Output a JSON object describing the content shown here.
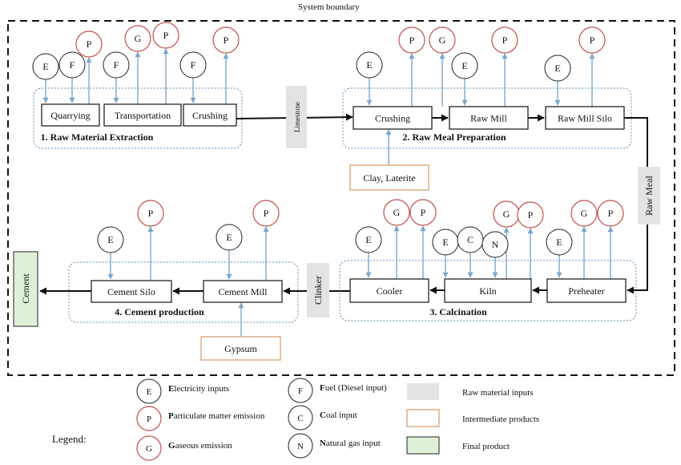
{
  "title": "System boundary",
  "stages": [
    {
      "id": "s1",
      "label": "1. Raw Material Extraction"
    },
    {
      "id": "s2",
      "label": "2. Raw Meal Preparation"
    },
    {
      "id": "s3",
      "label": "3. Calcination"
    },
    {
      "id": "s4",
      "label": "4. Cement production"
    }
  ],
  "processes": [
    {
      "id": "quarrying",
      "label": "Quarrying",
      "stage": "s1",
      "inputs": [
        "E",
        "F"
      ],
      "outputs": [
        "P"
      ]
    },
    {
      "id": "transportation",
      "label": "Transportation",
      "stage": "s1",
      "inputs": [
        "F"
      ],
      "outputs": [
        "G",
        "P"
      ]
    },
    {
      "id": "crushing1",
      "label": "Crushing",
      "stage": "s1",
      "inputs": [
        "F"
      ],
      "outputs": [
        "P"
      ]
    },
    {
      "id": "crushing2",
      "label": "Crushing",
      "stage": "s2",
      "inputs": [
        "E"
      ],
      "outputs": [
        "P",
        "G"
      ]
    },
    {
      "id": "rawmill",
      "label": "Raw Mill",
      "stage": "s2",
      "inputs": [
        "E"
      ],
      "outputs": [
        "P"
      ]
    },
    {
      "id": "rawmillsilo",
      "label": "Raw Mill  Silo",
      "stage": "s2",
      "inputs": [
        "E"
      ],
      "outputs": [
        "P"
      ]
    },
    {
      "id": "preheater",
      "label": "Preheater",
      "stage": "s3",
      "inputs": [
        "E"
      ],
      "outputs": [
        "G",
        "P"
      ]
    },
    {
      "id": "kiln",
      "label": "Kiln",
      "stage": "s3",
      "inputs": [
        "E",
        "C",
        "N"
      ],
      "outputs": [
        "G",
        "P"
      ]
    },
    {
      "id": "cooler",
      "label": "Cooler",
      "stage": "s3",
      "inputs": [
        "E"
      ],
      "outputs": [
        "G",
        "P"
      ]
    },
    {
      "id": "cementmill",
      "label": "Cement  Mill",
      "stage": "s4",
      "inputs": [
        "E"
      ],
      "outputs": [
        "P"
      ]
    },
    {
      "id": "cementsilo",
      "label": "Cement  Silo",
      "stage": "s4",
      "inputs": [
        "E"
      ],
      "outputs": [
        "P"
      ]
    }
  ],
  "materials": {
    "raw": [
      "Limestone",
      "Raw Meal",
      "Clinker"
    ],
    "intermediate": [
      "Clay, Laterite",
      "Gypsum"
    ],
    "final": [
      "Cement"
    ]
  },
  "legend": {
    "title": "Legend:",
    "items": [
      {
        "symbol": "E",
        "kind": "input",
        "bold": "E",
        "text": "lectricity  inputs"
      },
      {
        "symbol": "P",
        "kind": "emission",
        "bold": "P",
        "text": "articulate  matter  emission"
      },
      {
        "symbol": "G",
        "kind": "emission",
        "bold": "G",
        "text": "aseous  emission"
      },
      {
        "symbol": "F",
        "kind": "input",
        "bold": "F",
        "text": "uel  (Diesel  input)"
      },
      {
        "symbol": "C",
        "kind": "input",
        "bold": "C",
        "text": "oal  input"
      },
      {
        "symbol": "N",
        "kind": "input",
        "bold": "N",
        "text": "atural  gas  input"
      }
    ],
    "boxes": [
      {
        "kind": "raw",
        "text": "Raw material  inputs"
      },
      {
        "kind": "intermediate",
        "text": "Intermediate  products"
      },
      {
        "kind": "final",
        "text": "Final  product"
      }
    ]
  },
  "colors": {
    "emission": "#c0504d",
    "flow": "#7ba7cc",
    "raw": "#e3e3e3",
    "final": "#dff0d8",
    "intermediate": "#d9a070"
  }
}
